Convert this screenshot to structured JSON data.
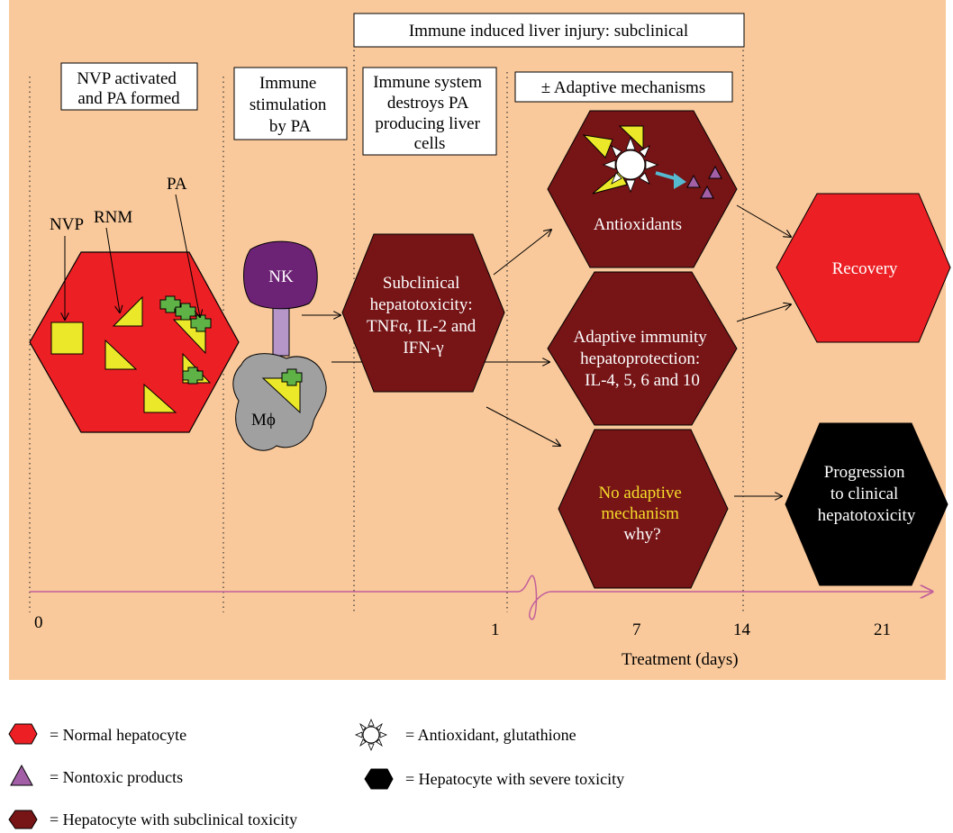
{
  "diagram": {
    "phase_labels": {
      "injury": "Immune induced liver injury: subclinical",
      "nvp_activated": [
        "NVP activated",
        "and PA formed"
      ],
      "immune_stimulation": [
        "Immune",
        "stimulation",
        "by PA"
      ],
      "immune_destroys": [
        "Immune system",
        "destroys PA",
        "producing liver",
        "cells"
      ],
      "adaptive": "± Adaptive mechanisms"
    },
    "molecule_labels": {
      "nvp": "NVP",
      "rnm": "RNM",
      "pa": "PA"
    },
    "cell_labels": {
      "nk": "NK",
      "macrophage": "Mϕ"
    },
    "subclinical": [
      "Subclinical",
      "hepatotoxicity:",
      "TNFα, IL-2 and",
      "IFN-γ"
    ],
    "antioxidants": "Antioxidants",
    "adaptive_immunity": [
      "Adaptive immunity",
      "hepatoprotection:",
      "IL-4, 5, 6 and 10"
    ],
    "no_adaptive": {
      "highlight": [
        "No adaptive",
        "mechanism"
      ],
      "rest": "why?"
    },
    "recovery": "Recovery",
    "progression": [
      "Progression",
      "to clinical",
      "hepatotoxicity"
    ],
    "timeline": {
      "ticks": [
        "0",
        "1",
        "7",
        "14",
        "21"
      ],
      "axis_label": "Treatment (days)"
    },
    "colors": {
      "background": "#f9c99b",
      "normal": "#ec2024",
      "subclinical": "#761416",
      "severe": "#000000",
      "marker": "#ebe829",
      "pa": "#5fb246",
      "nontoxic": "#a25fa6",
      "nk": "#6d2375",
      "stalk": "#b696c8",
      "macrophage": "#a0a0a0",
      "timeline": "#c25f9b",
      "arrow_cyan": "#55b9cf",
      "highlight_text": "#f5dd2a"
    }
  },
  "legend": {
    "normal": "= Normal hepatocyte",
    "nontoxic": "= Nontoxic products",
    "subclinical": "= Hepatocyte with subclinical toxicity",
    "antioxidant": "= Antioxidant, glutathione",
    "severe": "= Hepatocyte with severe toxicity"
  }
}
